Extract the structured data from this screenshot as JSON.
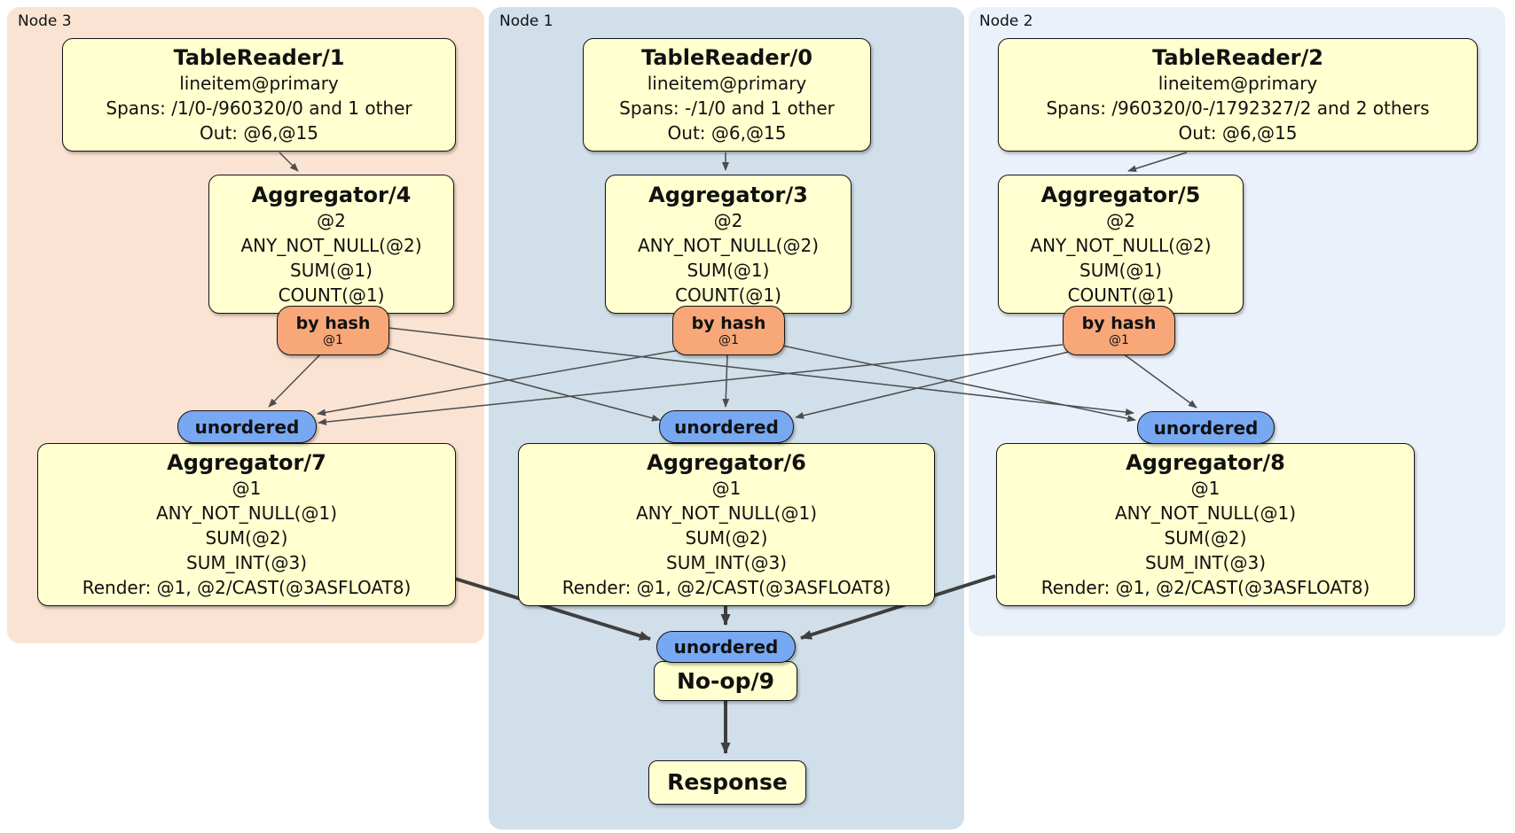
{
  "regions": {
    "node3": {
      "label": "Node 3",
      "color": "#FBE3D4"
    },
    "node1": {
      "label": "Node 1",
      "color": "#D0DFE9"
    },
    "node2": {
      "label": "Node 2",
      "color": "#EBF1FA"
    }
  },
  "processors": {
    "tablereader1": {
      "title": "TableReader/1",
      "lines": [
        "lineitem@primary",
        "Spans: /1/0-/960320/0 and 1 other",
        "Out: @6,@15"
      ]
    },
    "tablereader0": {
      "title": "TableReader/0",
      "lines": [
        "lineitem@primary",
        "Spans: -/1/0 and 1 other",
        "Out: @6,@15"
      ]
    },
    "tablereader2": {
      "title": "TableReader/2",
      "lines": [
        "lineitem@primary",
        "Spans: /960320/0-/1792327/2 and 2 others",
        "Out: @6,@15"
      ]
    },
    "aggregator4": {
      "title": "Aggregator/4",
      "lines": [
        "@2",
        "ANY_NOT_NULL(@2)",
        "SUM(@1)",
        "COUNT(@1)"
      ]
    },
    "aggregator3": {
      "title": "Aggregator/3",
      "lines": [
        "@2",
        "ANY_NOT_NULL(@2)",
        "SUM(@1)",
        "COUNT(@1)"
      ]
    },
    "aggregator5": {
      "title": "Aggregator/5",
      "lines": [
        "@2",
        "ANY_NOT_NULL(@2)",
        "SUM(@1)",
        "COUNT(@1)"
      ]
    },
    "aggregator7": {
      "title": "Aggregator/7",
      "lines": [
        "@1",
        "ANY_NOT_NULL(@1)",
        "SUM(@2)",
        "SUM_INT(@3)",
        "Render: @1, @2/CAST(@3ASFLOAT8)"
      ]
    },
    "aggregator6": {
      "title": "Aggregator/6",
      "lines": [
        "@1",
        "ANY_NOT_NULL(@1)",
        "SUM(@2)",
        "SUM_INT(@3)",
        "Render: @1, @2/CAST(@3ASFLOAT8)"
      ]
    },
    "aggregator8": {
      "title": "Aggregator/8",
      "lines": [
        "@1",
        "ANY_NOT_NULL(@1)",
        "SUM(@2)",
        "SUM_INT(@3)",
        "Render: @1, @2/CAST(@3ASFLOAT8)"
      ]
    },
    "noop9": {
      "title": "No-op/9"
    },
    "response": {
      "title": "Response"
    }
  },
  "router": {
    "label": "by hash",
    "detail": "@1"
  },
  "sync": {
    "label": "unordered"
  },
  "edges": [
    [
      "TableReader/1",
      "Aggregator/4"
    ],
    [
      "TableReader/0",
      "Aggregator/3"
    ],
    [
      "TableReader/2",
      "Aggregator/5"
    ],
    [
      "Aggregator/4 by hash @1",
      "unordered Aggregator/7"
    ],
    [
      "Aggregator/4 by hash @1",
      "unordered Aggregator/6"
    ],
    [
      "Aggregator/4 by hash @1",
      "unordered Aggregator/8"
    ],
    [
      "Aggregator/3 by hash @1",
      "unordered Aggregator/7"
    ],
    [
      "Aggregator/3 by hash @1",
      "unordered Aggregator/6"
    ],
    [
      "Aggregator/3 by hash @1",
      "unordered Aggregator/8"
    ],
    [
      "Aggregator/5 by hash @1",
      "unordered Aggregator/7"
    ],
    [
      "Aggregator/5 by hash @1",
      "unordered Aggregator/6"
    ],
    [
      "Aggregator/5 by hash @1",
      "unordered Aggregator/8"
    ],
    [
      "Aggregator/7",
      "unordered No-op/9"
    ],
    [
      "Aggregator/6",
      "unordered No-op/9"
    ],
    [
      "Aggregator/8",
      "unordered No-op/9"
    ],
    [
      "No-op/9",
      "Response"
    ]
  ]
}
